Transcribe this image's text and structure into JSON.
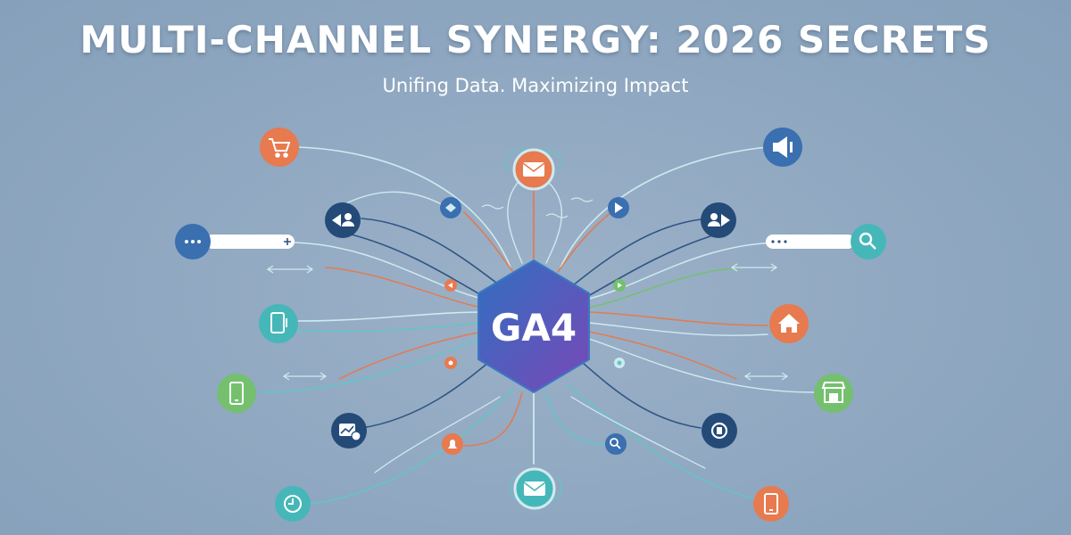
{
  "header": {
    "title": "MULTI-CHANNEL SYNERGY: 2026 SECRETS",
    "subtitle": "Unifing Data. Maximizing Impact"
  },
  "hub": {
    "label": "GA4"
  },
  "colors": {
    "background": "#8ea6bf",
    "orange": "#e77a4f",
    "navy": "#244a78",
    "teal": "#46b7b8",
    "green": "#74c06e",
    "blue": "#3a6fb0",
    "line_light": "#cfeaf0",
    "line_teal": "#5fc7c8",
    "line_navy": "#2f5584",
    "line_orange": "#e27b52",
    "hub_start": "#2f6fc0",
    "hub_end": "#7a48b8"
  },
  "nodes": [
    {
      "id": "n1",
      "icon": "cart-icon",
      "color": "orange"
    },
    {
      "id": "n2",
      "icon": "megaphone-icon",
      "color": "blue"
    },
    {
      "id": "n3",
      "icon": "email-icon",
      "color": "orange"
    },
    {
      "id": "n4",
      "icon": "share-users-icon",
      "color": "navy"
    },
    {
      "id": "n5",
      "icon": "share-users-icon",
      "color": "navy"
    },
    {
      "id": "n6",
      "icon": "more-icon",
      "color": "blue"
    },
    {
      "id": "n7",
      "icon": "search-icon",
      "color": "teal"
    },
    {
      "id": "n8",
      "icon": "tablet-icon",
      "color": "teal"
    },
    {
      "id": "n9",
      "icon": "home-icon",
      "color": "orange"
    },
    {
      "id": "n10",
      "icon": "mobile-icon",
      "color": "green"
    },
    {
      "id": "n11",
      "icon": "storefront-icon",
      "color": "green"
    },
    {
      "id": "n12",
      "icon": "analytics-icon",
      "color": "navy"
    },
    {
      "id": "n13",
      "icon": "cycle-icon",
      "color": "navy"
    },
    {
      "id": "n14",
      "icon": "email-icon",
      "color": "teal"
    },
    {
      "id": "n15",
      "icon": "clock-icon",
      "color": "teal"
    },
    {
      "id": "n16",
      "icon": "mobile-icon",
      "color": "orange"
    }
  ]
}
